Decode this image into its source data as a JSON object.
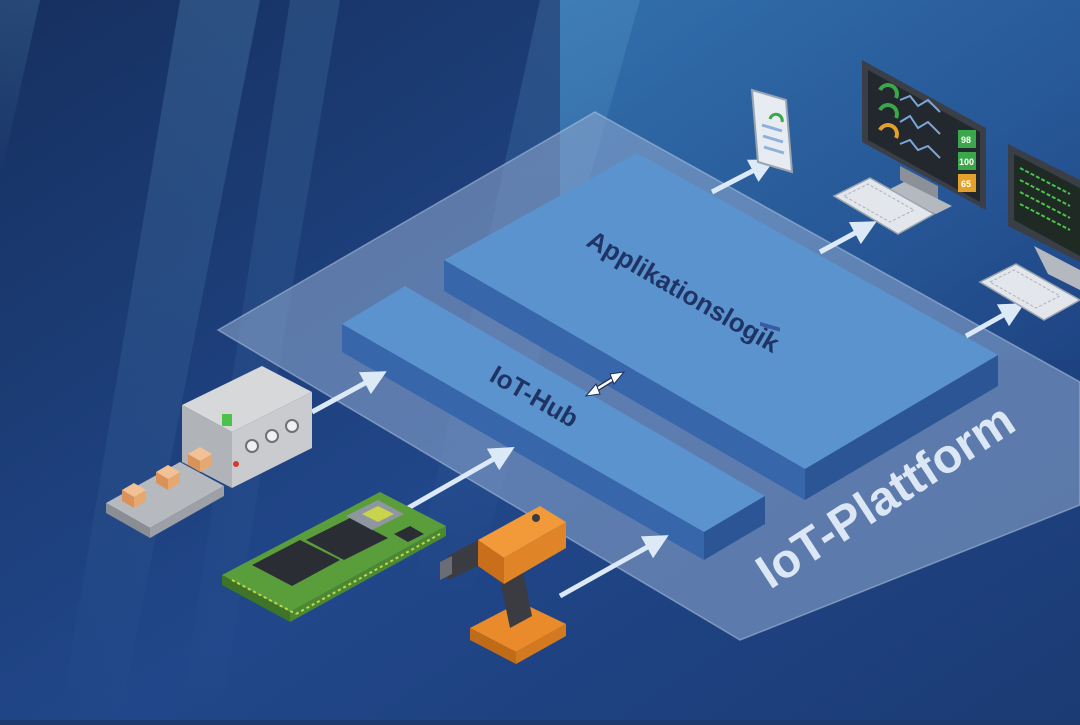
{
  "labels": {
    "platform": "IoT-Plattform",
    "logic": "Applikationslogik",
    "hub": "IoT-Hub"
  },
  "monitor": {
    "values": [
      "98",
      "100",
      "65"
    ]
  },
  "colors": {
    "background": "#1d3a6e",
    "platform": "#8fa9cf",
    "block_top": "#5b93cf",
    "block_side": "#2f5a9c",
    "arrow": "#dce9f7",
    "label_dark": "#1f3464",
    "label_light": "#dbe7f5",
    "board": "#5a9e3c",
    "drill": "#e98a2b",
    "value_green": "#3aa84a",
    "value_orange": "#e2a12c"
  },
  "icons": [
    "conveyor-machine-icon",
    "circuit-board-icon",
    "power-drill-icon",
    "tablet-icon",
    "dashboard-monitor-icon",
    "terminal-monitor-icon",
    "keyboard-icon"
  ]
}
